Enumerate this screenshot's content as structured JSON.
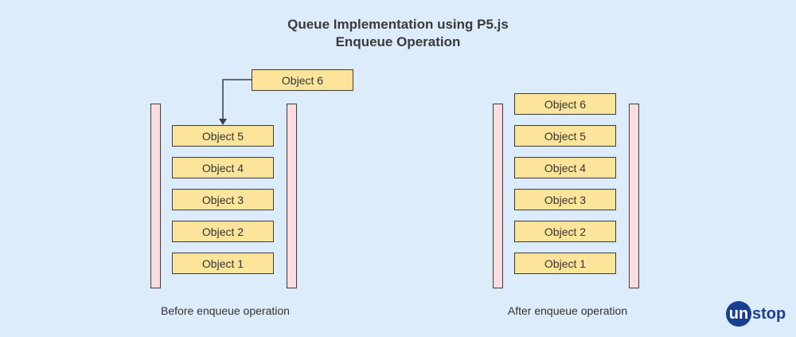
{
  "title_line1": "Queue Implementation using P5.js",
  "title_line2": "Enqueue Operation",
  "before": {
    "caption": "Before enqueue operation",
    "incoming": "Object 6",
    "items": [
      "Object 5",
      "Object 4",
      "Object 3",
      "Object 2",
      "Object 1"
    ]
  },
  "after": {
    "caption": "After enqueue operation",
    "items": [
      "Object 6",
      "Object 5",
      "Object 4",
      "Object 3",
      "Object 2",
      "Object 1"
    ]
  },
  "logo": {
    "first": "un",
    "rest": "stop"
  },
  "colors": {
    "background": "#dcecfb",
    "box": "#fce59a",
    "rail": "#fbdde0",
    "logo": "#1b3f8f"
  }
}
